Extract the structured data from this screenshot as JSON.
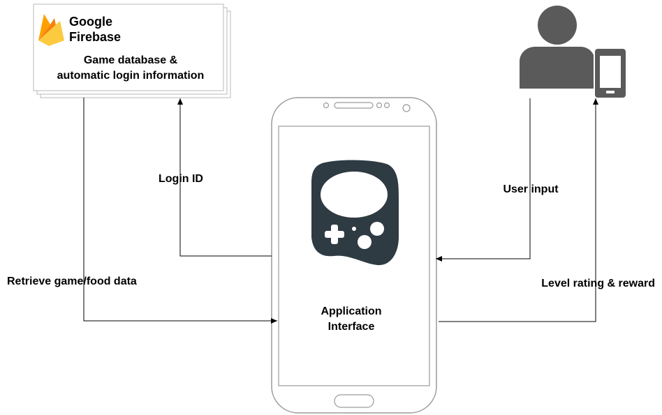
{
  "firebase": {
    "brand_line1": "Google",
    "brand_line2": "Firebase",
    "desc_line1": "Game database &",
    "desc_line2": "automatic login information"
  },
  "device": {
    "label_line1": "Application",
    "label_line2": "Interface",
    "app_icon": "gamepad-icon"
  },
  "user": {
    "icon": "user-icon",
    "device_icon": "smartphone-icon"
  },
  "edges": {
    "login_id": "Login ID",
    "retrieve": "Retrieve game/food data",
    "user_input": "User input",
    "level_rating": "Level rating & reward"
  },
  "colors": {
    "stroke": "#000000",
    "icon_dark": "#2f3b43",
    "user_gray": "#5a5a5a",
    "flame_orange": "#f6820c",
    "flame_yellow": "#fcca3f",
    "flame_amber": "#ffa000"
  }
}
